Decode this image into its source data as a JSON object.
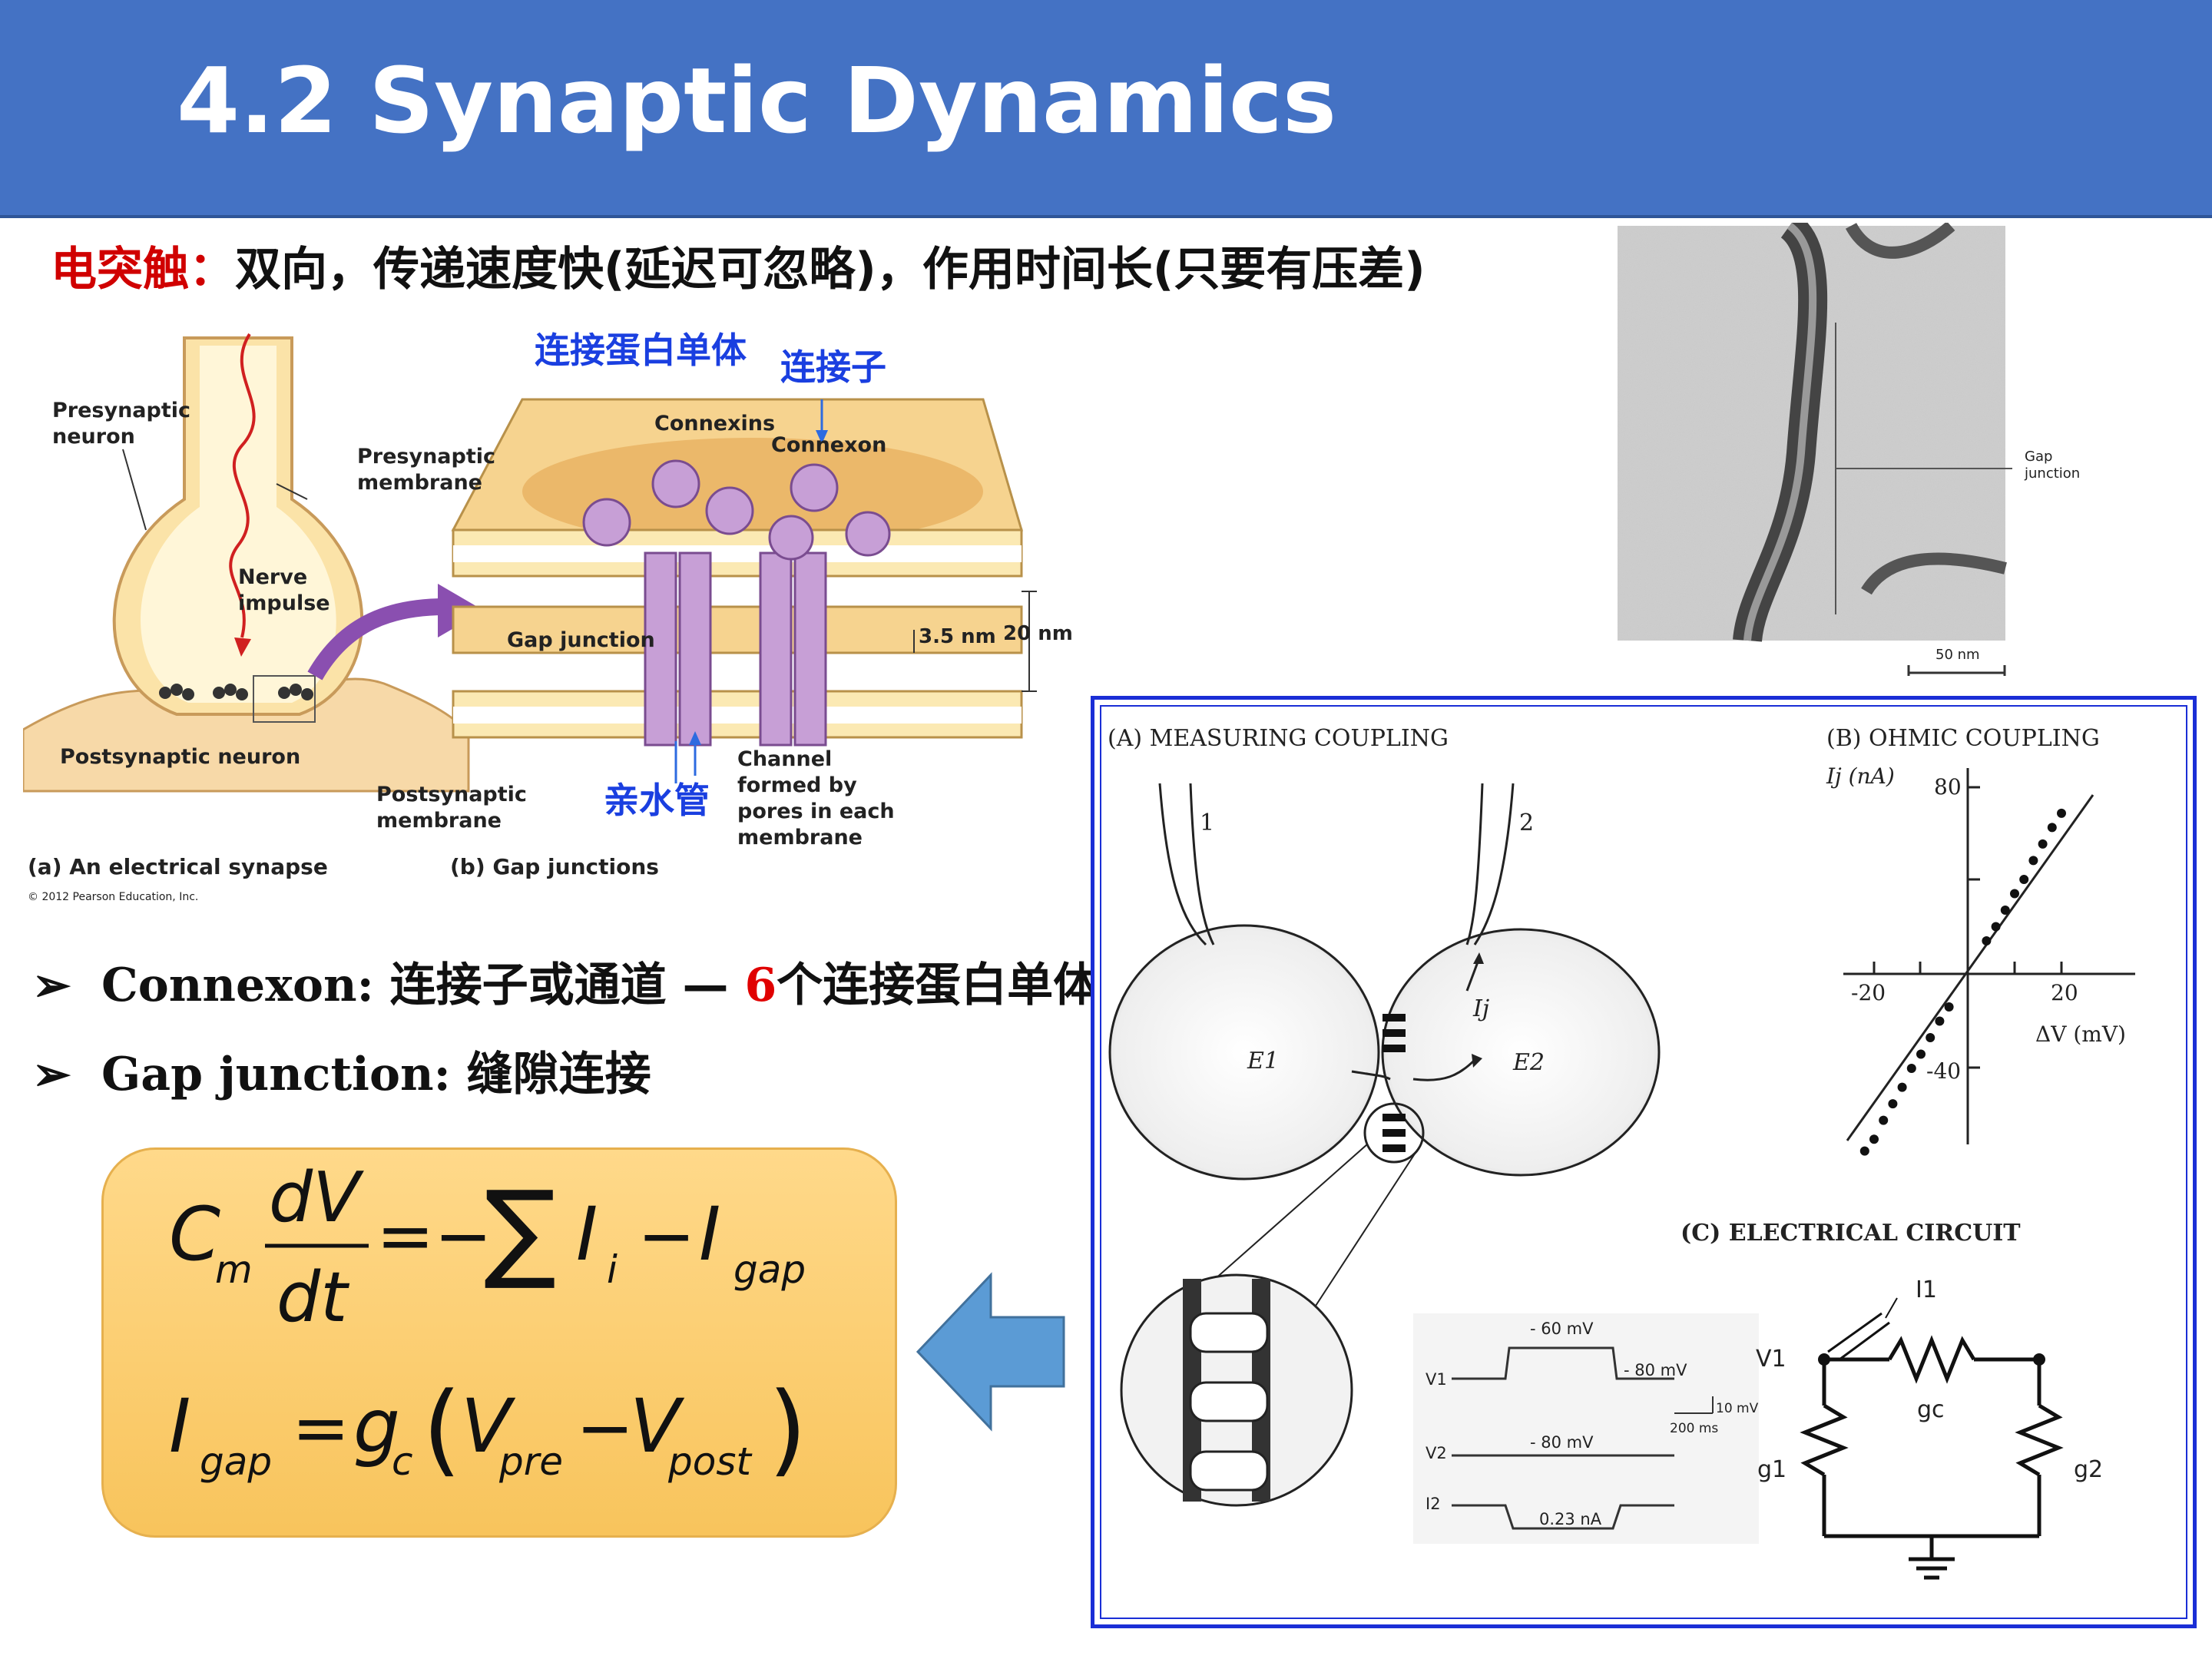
{
  "header": {
    "title": "4.2 Synaptic Dynamics"
  },
  "subtitle": {
    "prefix": "电突触：",
    "text": "双向，传递速度快(延迟可忽略)，作用时间长(只要有压差)"
  },
  "bullets": [
    {
      "term": "Connexon:",
      "zh1": "连接子或通道 — ",
      "num": "6",
      "zh2": "个连接蛋白单体"
    },
    {
      "term": "Gap junction:",
      "zh1": "缝隙连接",
      "num": "",
      "zh2": ""
    }
  ],
  "fig_left": {
    "presynaptic_neuron": "Presynaptic neuron",
    "nerve_impulse": "Nerve impulse",
    "postsynaptic_neuron": "Postsynaptic neuron",
    "caption_a": "(a) An electrical synapse",
    "copyright": "© 2012 Pearson Education, Inc.",
    "presynaptic_membrane": "Presynaptic membrane",
    "postsynaptic_membrane": "Postsynaptic membrane",
    "connexins": "Connexins",
    "connexon": "Connexon",
    "gap_junction": "Gap junction",
    "dim_35": "3.5 nm",
    "dim_20": "20 nm",
    "channel": "Channel formed by pores in each membrane",
    "caption_b": "(b) Gap junctions",
    "zh_connexin": "连接蛋白单体",
    "zh_connexon": "连接子",
    "zh_hydrophilic": "亲水管"
  },
  "micrograph": {
    "gap_label": "Gap junction",
    "scale": "50 nm"
  },
  "panel": {
    "a_title": "(A)   MEASURING COUPLING",
    "b_title": "(B)   OHMIC COUPLING",
    "c_title": "(C)   ELECTRICAL CIRCUIT",
    "electrode1": "1",
    "electrode2": "2",
    "cell1": "E1",
    "cell2": "E2",
    "ij": "Ij",
    "b_ylabel": "Ij (nA)",
    "b_xlabel": "ΔV (mV)",
    "b_y80": "80",
    "b_ym40": "-40",
    "b_xm20": "-20",
    "b_x20": "20",
    "trace_m60": "- 60 mV",
    "trace_m80a": "- 80 mV",
    "trace_m80b": "- 80 mV",
    "trace_v1": "V1",
    "trace_v2": "V2",
    "trace_i2": "I2",
    "trace_023": "0.23 nA",
    "scale_mv": "10 mV",
    "scale_ms": "200 ms",
    "c_i1": "I1",
    "c_v1": "V1",
    "c_gc": "gc",
    "c_g1": "g1",
    "c_g2": "g2"
  },
  "ohmic_chart": {
    "type": "scatter",
    "xlabel": "ΔV (mV)",
    "ylabel": "Ij (nA)",
    "points": [
      [
        -22,
        -75
      ],
      [
        -20,
        -70
      ],
      [
        -18,
        -62
      ],
      [
        -16,
        -55
      ],
      [
        -14,
        -48
      ],
      [
        -12,
        -40
      ],
      [
        -10,
        -34
      ],
      [
        -8,
        -27
      ],
      [
        -6,
        -20
      ],
      [
        -4,
        -14
      ],
      [
        4,
        14
      ],
      [
        6,
        20
      ],
      [
        8,
        27
      ],
      [
        10,
        34
      ],
      [
        12,
        40
      ],
      [
        14,
        48
      ],
      [
        16,
        55
      ],
      [
        18,
        62
      ],
      [
        20,
        68
      ]
    ]
  },
  "colors": {
    "header_bg": "#4472c4",
    "accent_red": "#d00000",
    "blue_label": "#1a3fe0",
    "formula_bg": "#fcd27a",
    "panel_border": "#1a2ed6",
    "arrow_blue": "#5b9bd5"
  }
}
